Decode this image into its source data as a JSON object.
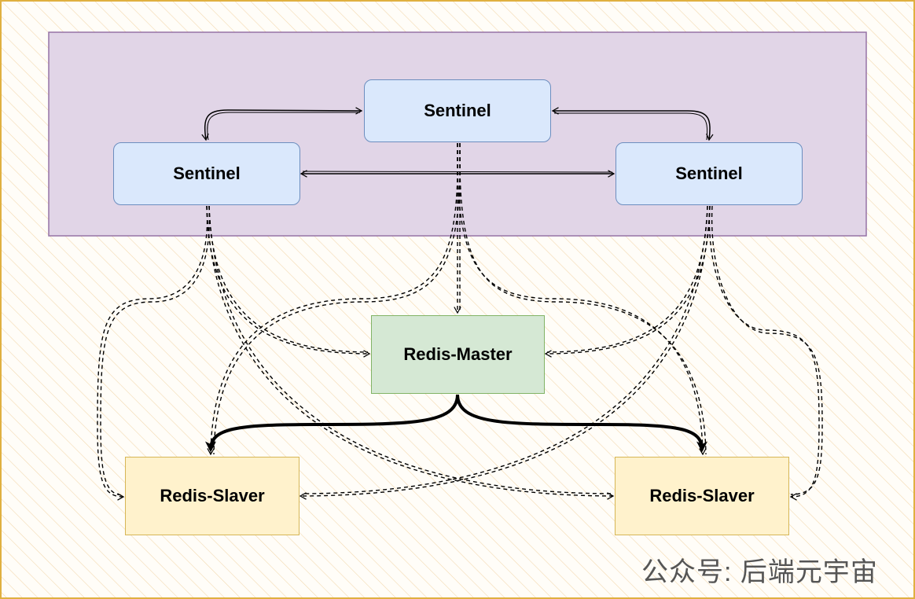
{
  "nodes": {
    "sentinel_top": "Sentinel",
    "sentinel_left": "Sentinel",
    "sentinel_right": "Sentinel",
    "master": "Redis-Master",
    "slave_left": "Redis-Slaver",
    "slave_right": "Redis-Slaver"
  },
  "watermark": "公众号: 后端元宇宙",
  "colors": {
    "cluster_fill": "#e1d5e7",
    "cluster_stroke": "#9673a6",
    "sentinel_fill": "#dae8fc",
    "sentinel_stroke": "#6c8ebf",
    "master_fill": "#d5e8d4",
    "master_stroke": "#82b366",
    "slave_fill": "#fff2cc",
    "slave_stroke": "#d6b656",
    "frame": "#e0b040"
  }
}
